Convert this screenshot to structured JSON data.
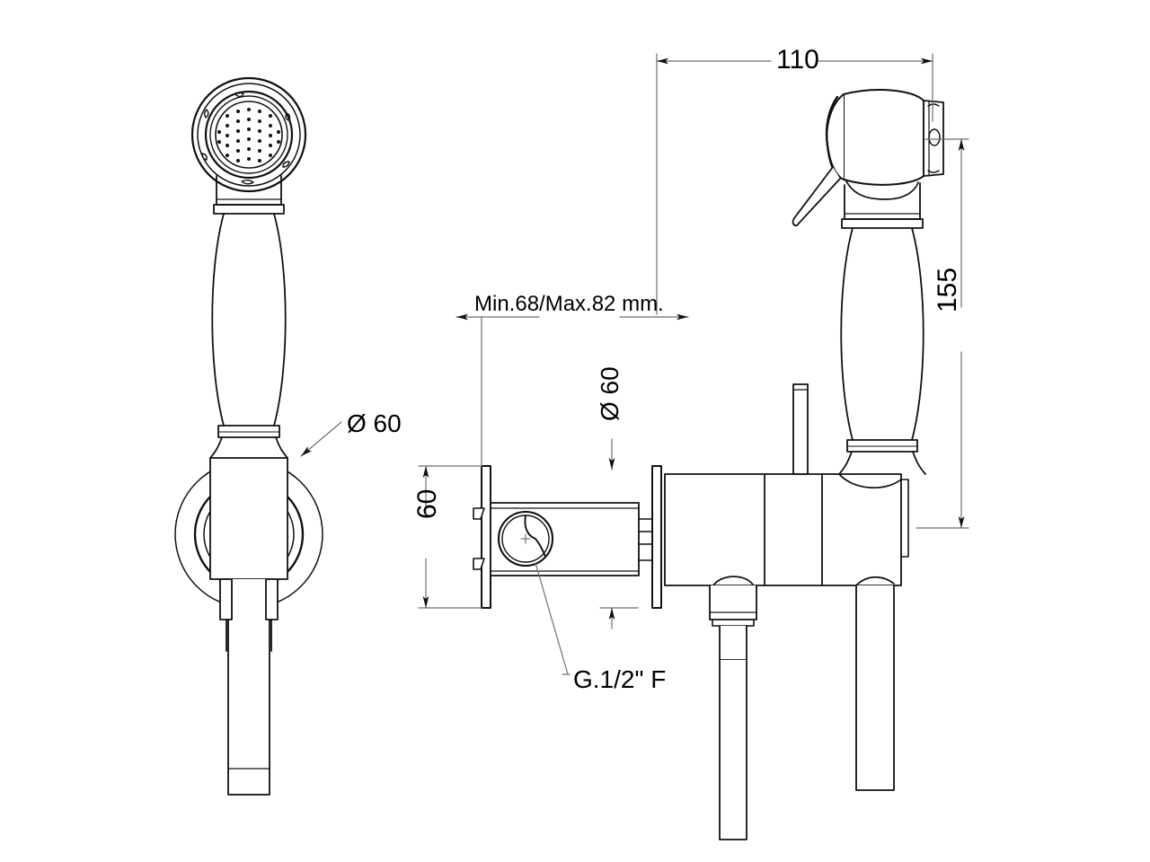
{
  "drawing": {
    "title": "Wall-mounted hand shower / bidet spray technical drawing",
    "line_color": "#1a1a1a",
    "dim_line_color": "#6e6e6e",
    "background": "#ffffff",
    "views": [
      {
        "name": "front-view",
        "label": "Front view of hand shower with escutcheon"
      },
      {
        "name": "side-view",
        "label": "Side view of hand shower with wall valve body"
      },
      {
        "name": "section-view",
        "label": "Section view of wall mounting body"
      }
    ]
  },
  "dimensions": {
    "overall_width": "110",
    "overall_height": "155",
    "plate_height": "60",
    "wall_depth": "Min.68/Max.82 mm.",
    "diameter_front": "Ø 60",
    "diameter_side": "Ø 60",
    "thread_callout": "G.1/2\" F"
  }
}
